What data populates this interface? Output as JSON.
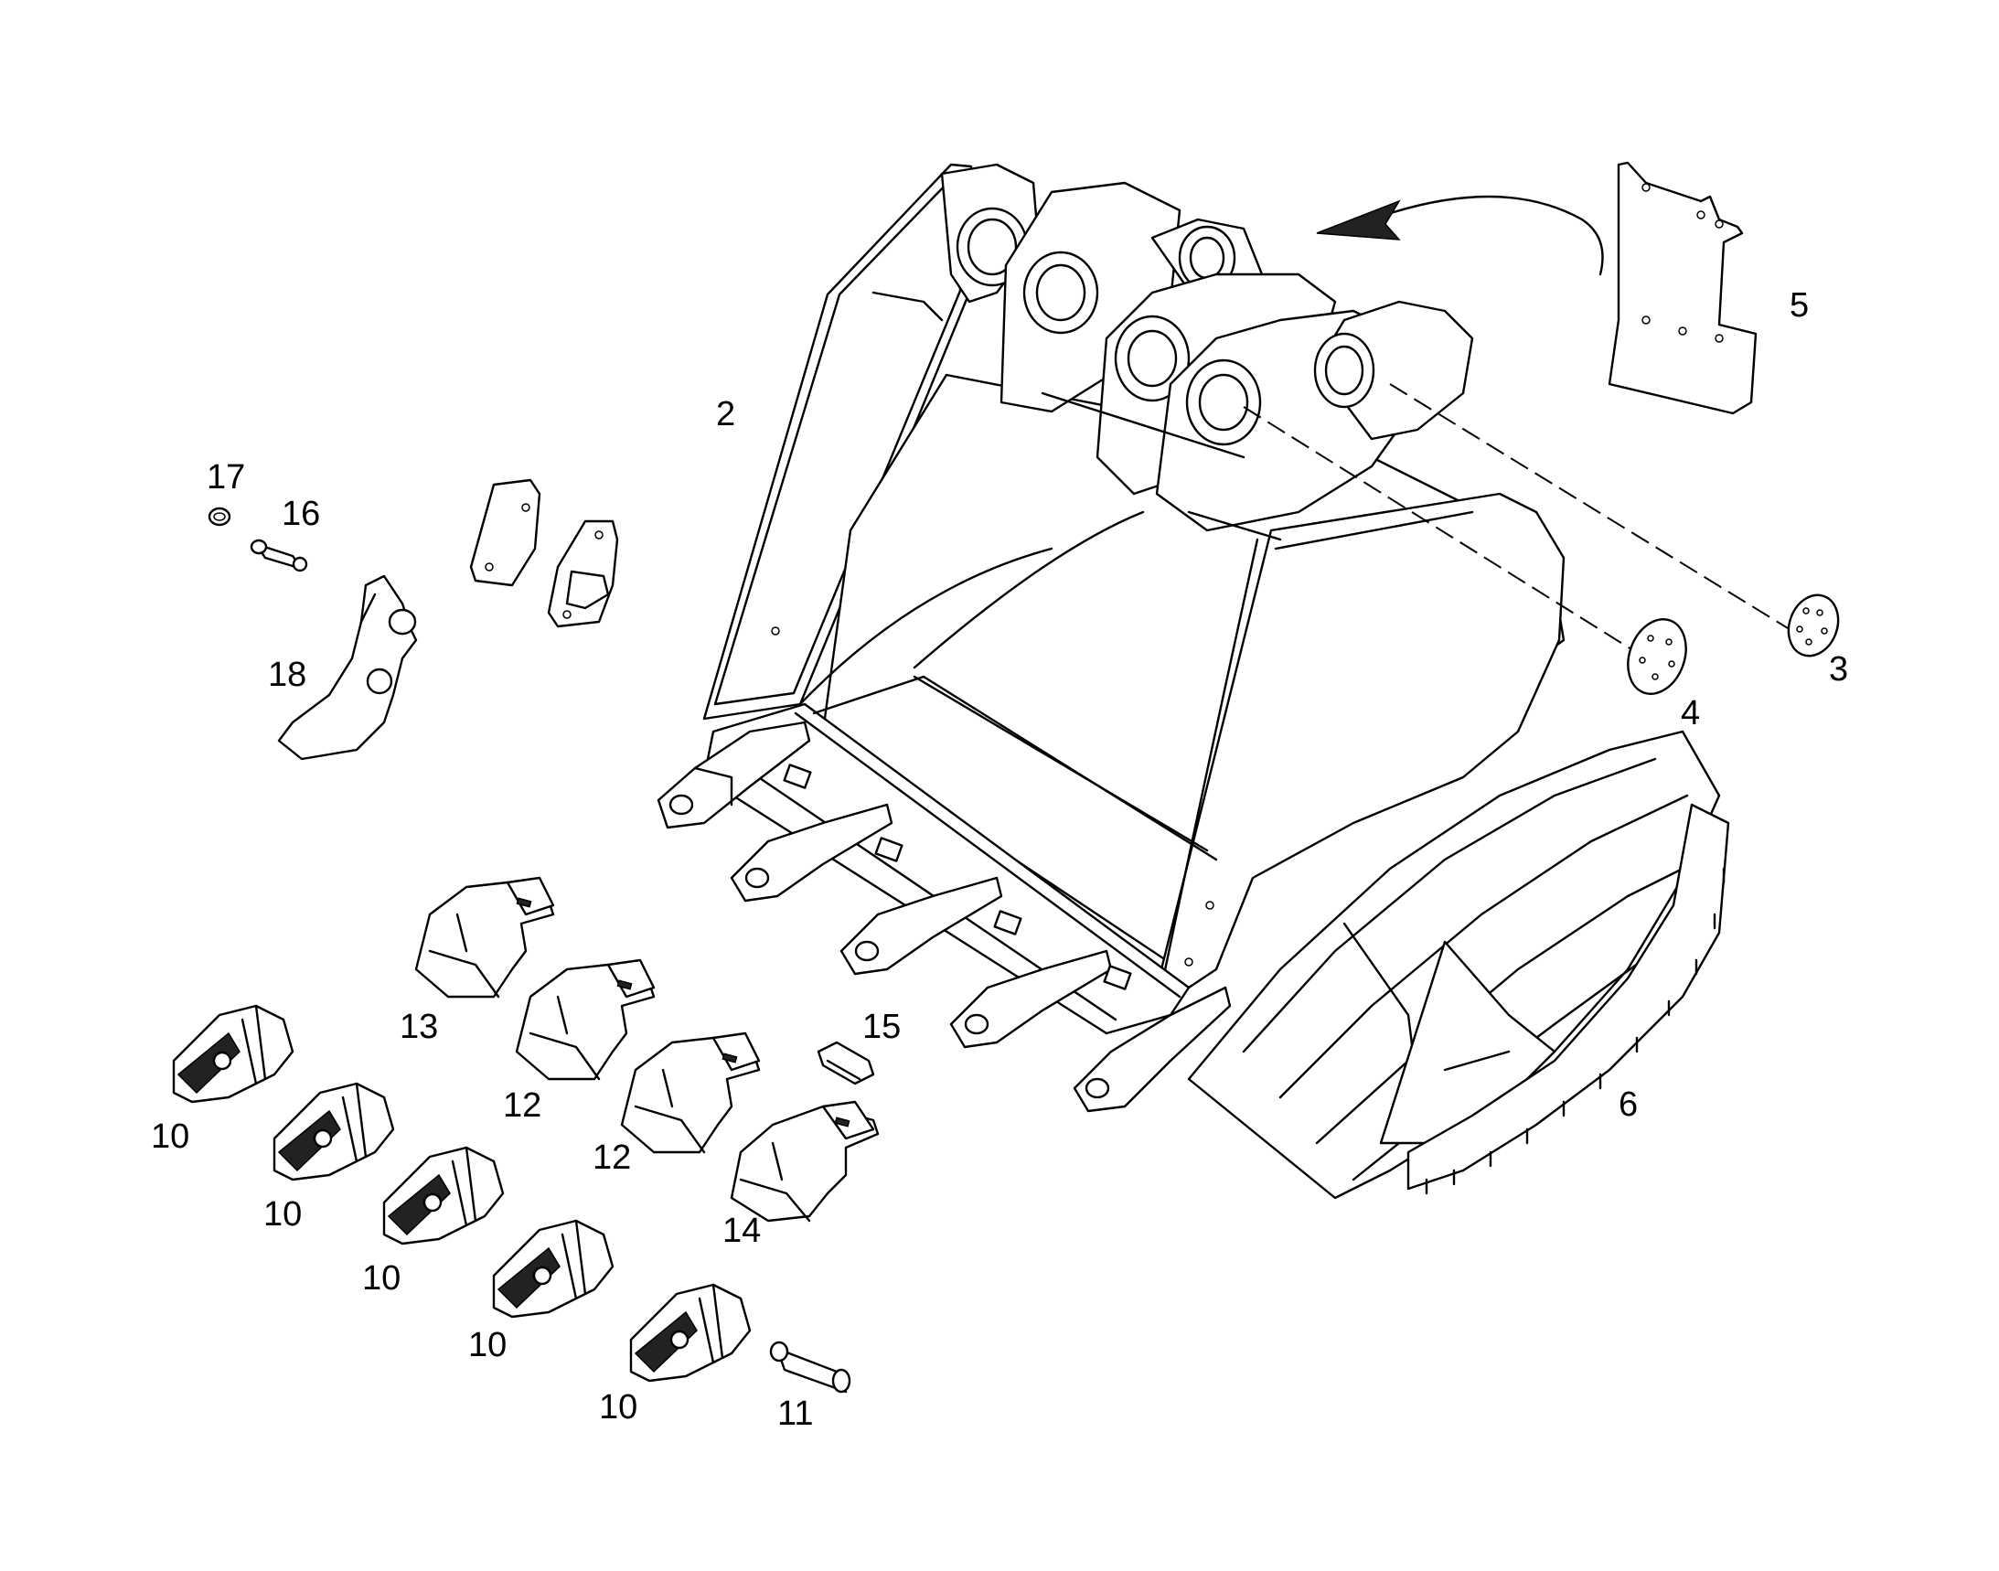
{
  "callouts": [
    {
      "id": "callout-2",
      "text": "2"
    },
    {
      "id": "callout-3",
      "text": "3"
    },
    {
      "id": "callout-4",
      "text": "4"
    },
    {
      "id": "callout-5",
      "text": "5"
    },
    {
      "id": "callout-6",
      "text": "6"
    },
    {
      "id": "callout-10a",
      "text": "10"
    },
    {
      "id": "callout-10b",
      "text": "10"
    },
    {
      "id": "callout-10c",
      "text": "10"
    },
    {
      "id": "callout-10d",
      "text": "10"
    },
    {
      "id": "callout-10e",
      "text": "10"
    },
    {
      "id": "callout-11",
      "text": "11"
    },
    {
      "id": "callout-12a",
      "text": "12"
    },
    {
      "id": "callout-12b",
      "text": "12"
    },
    {
      "id": "callout-13",
      "text": "13"
    },
    {
      "id": "callout-14",
      "text": "14"
    },
    {
      "id": "callout-15",
      "text": "15"
    },
    {
      "id": "callout-16",
      "text": "16"
    },
    {
      "id": "callout-17",
      "text": "17"
    },
    {
      "id": "callout-18",
      "text": "18"
    }
  ]
}
